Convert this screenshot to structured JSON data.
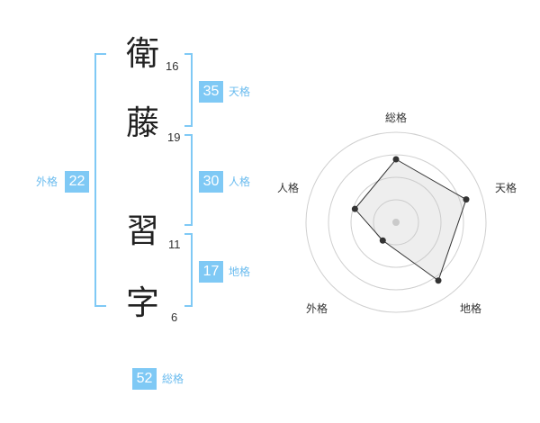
{
  "colors": {
    "accent": "#7fc9f5",
    "label": "#6bbcef"
  },
  "name": {
    "chars": [
      {
        "char": "衛",
        "strokes": "16"
      },
      {
        "char": "藤",
        "strokes": "19"
      },
      {
        "char": "習",
        "strokes": "11"
      },
      {
        "char": "字",
        "strokes": "6"
      }
    ]
  },
  "scores": {
    "tenkaku": {
      "value": "35",
      "label": "天格"
    },
    "jinkaku": {
      "value": "30",
      "label": "人格"
    },
    "chikaku": {
      "value": "17",
      "label": "地格"
    },
    "gaikaku": {
      "value": "22",
      "label": "外格"
    },
    "soukaku": {
      "value": "52",
      "label": "総格"
    }
  },
  "chart_data": {
    "type": "radar",
    "axes": [
      "総格",
      "天格",
      "地格",
      "外格",
      "人格"
    ],
    "values": [
      0.7,
      0.82,
      0.8,
      0.25,
      0.48
    ],
    "scale": [
      0,
      1
    ],
    "grid": true,
    "rings": 4
  }
}
